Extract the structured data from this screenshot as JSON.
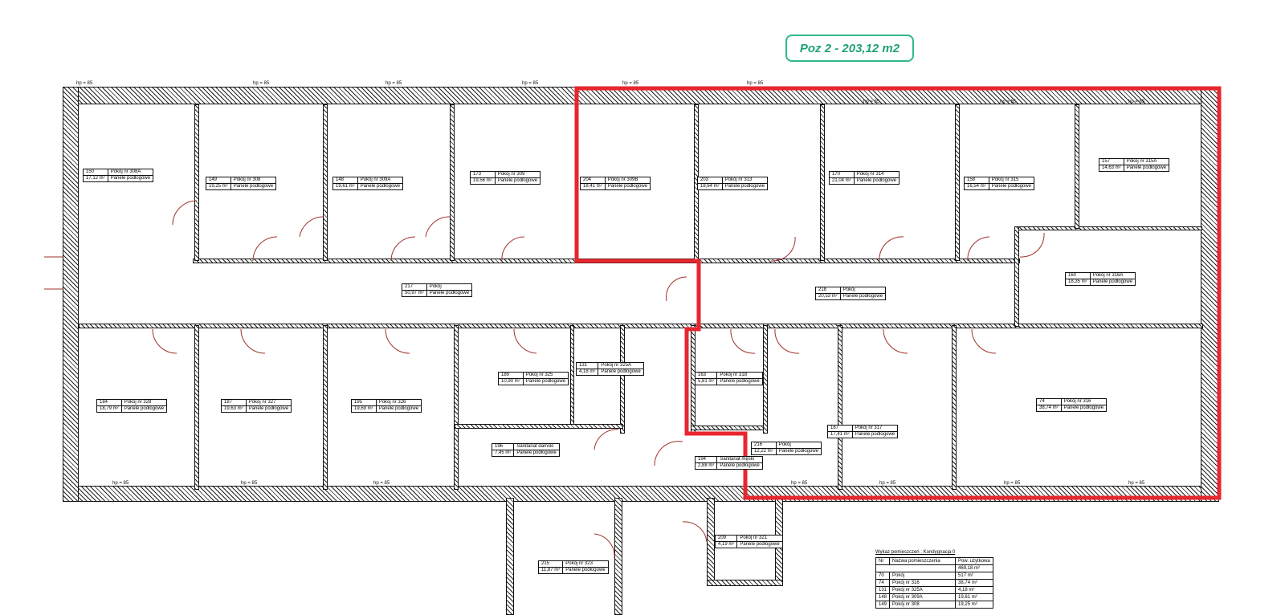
{
  "badge": "Poz 2 -  203,12 m2",
  "highlight_color": "#e8262e",
  "window_label": "hp = 85",
  "rooms": [
    {
      "no": "150",
      "name": "Pokój nr 308A",
      "area": "17,12 m²",
      "floor": "Panele podłogowe"
    },
    {
      "no": "149",
      "name": "Pokój nr 308",
      "area": "19,25 m²",
      "floor": "Panele podłogowe"
    },
    {
      "no": "148",
      "name": "Pokój nr 309A",
      "area": "19,61 m²",
      "floor": "Panele podłogowe"
    },
    {
      "no": "173",
      "name": "Pokój nr 309",
      "area": "19,56 m²",
      "floor": "Panele podłogowe"
    },
    {
      "no": "204",
      "name": "Pokój nr 309B",
      "area": "18,41 m²",
      "floor": "Panele podłogowe"
    },
    {
      "no": "203",
      "name": "Pokój nr 313",
      "area": "18,64 m²",
      "floor": "Panele podłogowe"
    },
    {
      "no": "170",
      "name": "Pokój nr 314",
      "area": "21,04 m²",
      "floor": "Panele podłogowe"
    },
    {
      "no": "158",
      "name": "Pokój nr 315",
      "area": "16,54 m²",
      "floor": "Panele podłogowe"
    },
    {
      "no": "157",
      "name": "Pokój nr 315A",
      "area": "14,63 m²",
      "floor": "Panele podłogowe"
    },
    {
      "no": "217",
      "name": "Pokój",
      "area": "50,97 m²",
      "floor": "Panele podłogowe"
    },
    {
      "no": "218",
      "name": "Pokój",
      "area": "20,53 m²",
      "floor": "Panele podłogowe"
    },
    {
      "no": "160",
      "name": "Pokój nr 316A",
      "area": "18,35 m²",
      "floor": "Panele podłogowe"
    },
    {
      "no": "184",
      "name": "Pokój nr 328",
      "area": "18,79 m²",
      "floor": "Panele podłogowe"
    },
    {
      "no": "187",
      "name": "Pokój nr 327",
      "area": "19,63 m²",
      "floor": "Panele podłogowe"
    },
    {
      "no": "195",
      "name": "Pokój nr 326",
      "area": "19,69 m²",
      "floor": "Panele podłogowe"
    },
    {
      "no": "189",
      "name": "Pokój nr 325",
      "area": "10,90 m²",
      "floor": "Panele podłogowe"
    },
    {
      "no": "131",
      "name": "Pokój nr 325A",
      "area": "4,18 m²",
      "floor": "Panele podłogowe"
    },
    {
      "no": "163",
      "name": "Pokój nr 318",
      "area": "5,81 m²",
      "floor": "Panele podłogowe"
    },
    {
      "no": "196",
      "name": "Sanitariat damski",
      "area": "7,45 m²",
      "floor": "Panele podłogowe"
    },
    {
      "no": "194",
      "name": "Sanitariat męski",
      "area": "2,88 m²",
      "floor": "Panele podłogowe"
    },
    {
      "no": "216",
      "name": "Pokój",
      "area": "12,22 m²",
      "floor": "Panele podłogowe"
    },
    {
      "no": "167",
      "name": "Pokój nr 317",
      "area": "17,41 m²",
      "floor": "Panele podłogowe"
    },
    {
      "no": "74",
      "name": "Pokój nr 316",
      "area": "38,74 m²",
      "floor": "Panele podłogowe"
    },
    {
      "no": "215",
      "name": "Pokój nr 323",
      "area": "11,87 m²",
      "floor": "Panele podłogowe"
    },
    {
      "no": "209",
      "name": "Pokój nr 321",
      "area": "4,19 m²",
      "floor": "Panele podłogowe"
    }
  ],
  "room_table": {
    "title": "Wykaz pomieszczeń : Kondygnacja 0",
    "headers": [
      "Nr",
      "Nazwa pomieszczenia",
      "Pow. użytkowa"
    ],
    "total": "469,18 m²",
    "rows": [
      [
        "70",
        "Pokój",
        "517 m²"
      ],
      [
        "74",
        "Pokój nr 316",
        "38,74 m²"
      ],
      [
        "131",
        "Pokój nr 325A",
        "4,18 m²"
      ],
      [
        "148",
        "Pokój nr 309A",
        "19,61 m²"
      ],
      [
        "149",
        "Pokój nr 308",
        "19,25 m²"
      ]
    ]
  }
}
